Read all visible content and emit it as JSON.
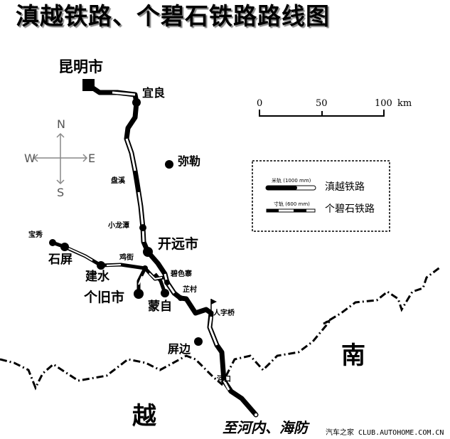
{
  "title": "滇越铁路、个碧石铁路路线图",
  "scale_bar": {
    "ticks": [
      "0",
      "50",
      "100"
    ],
    "unit": "km"
  },
  "compass": {
    "north": "N",
    "south": "S",
    "east": "E",
    "west": "W"
  },
  "legend": {
    "items": [
      {
        "gauge_label": "米轨 (1000 mm)",
        "name": "滇越铁路"
      },
      {
        "gauge_label": "寸轨 (600 mm)",
        "name": "个碧石铁路"
      }
    ]
  },
  "places": {
    "kunming": "昆明市",
    "yiliang": "宜良",
    "mile": "弥勒",
    "panxi": "盘溪",
    "xiaolongtan": "小龙潭",
    "kaiyuan": "开远市",
    "baoxiu": "宝秀",
    "shiping": "石屏",
    "jianshui": "建水",
    "jijie": "鸡街",
    "bisezhai": "碧色寨",
    "gejiu": "个旧市",
    "mengzi": "蒙自",
    "zhicun": "芷村",
    "renziqiao": "人字桥",
    "pingbian": "屏边",
    "hekou": "河口",
    "to_hanoi": "至河内、海防"
  },
  "regions": {
    "nan": "南",
    "yue": "越"
  },
  "watermark": "汽车之家 CLUB.AUTOHOME.COM.CN",
  "colors": {
    "line": "#000000",
    "background": "#ffffff"
  }
}
